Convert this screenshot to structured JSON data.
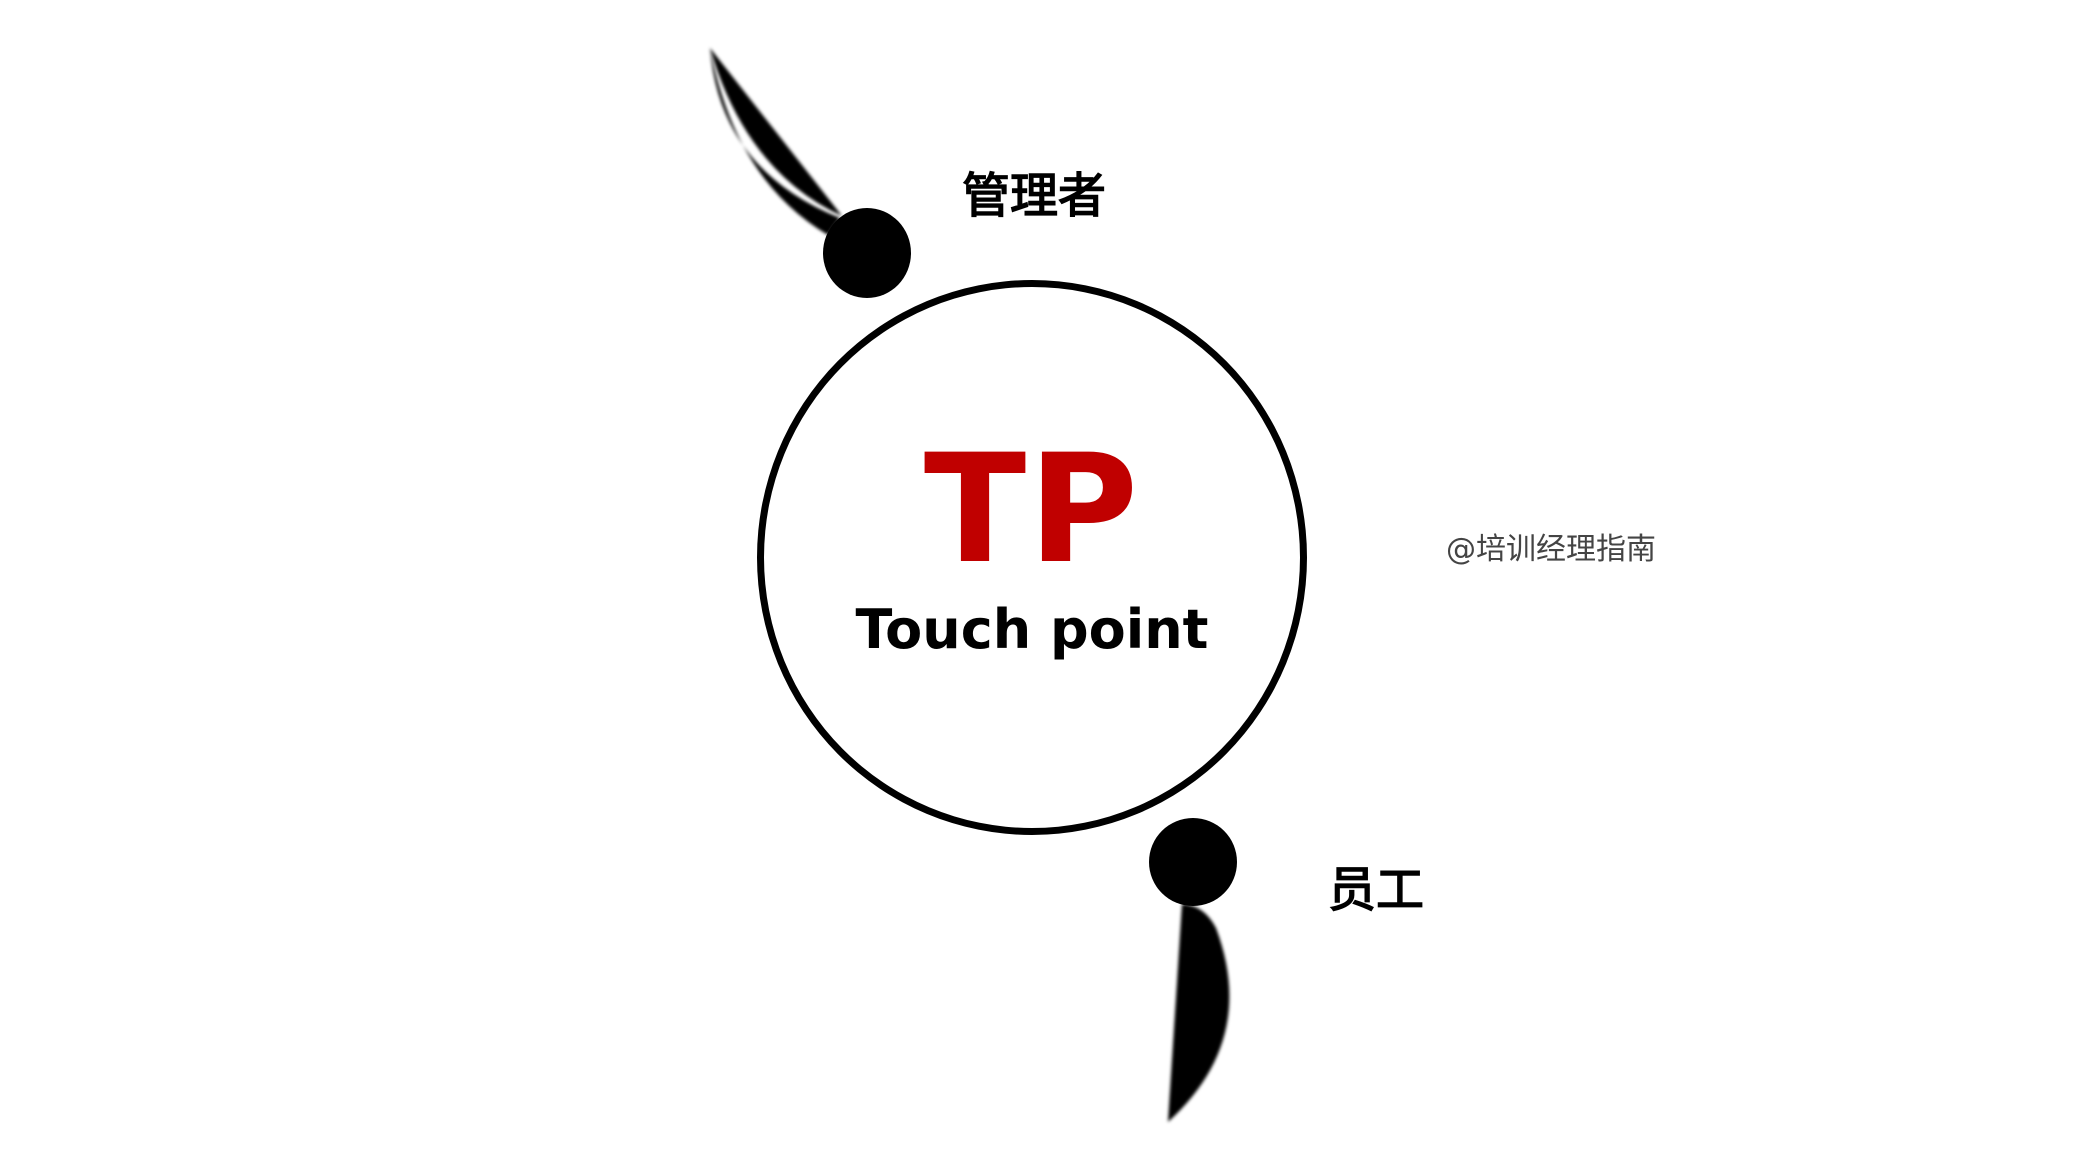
{
  "diagram": {
    "center": {
      "title": "TP",
      "subtitle": "Touch point",
      "title_color": "#C00000",
      "subtitle_color": "#000000"
    },
    "nodes": [
      {
        "id": "manager",
        "label": "管理者",
        "icon": "person-figure-icon"
      },
      {
        "id": "employee",
        "label": "员工",
        "icon": "person-figure-icon"
      }
    ],
    "watermark": {
      "text": "@培训经理指南",
      "color": "#444444"
    },
    "colors": {
      "outline": "#000000",
      "background": "#FFFFFF",
      "accent": "#C00000"
    }
  }
}
